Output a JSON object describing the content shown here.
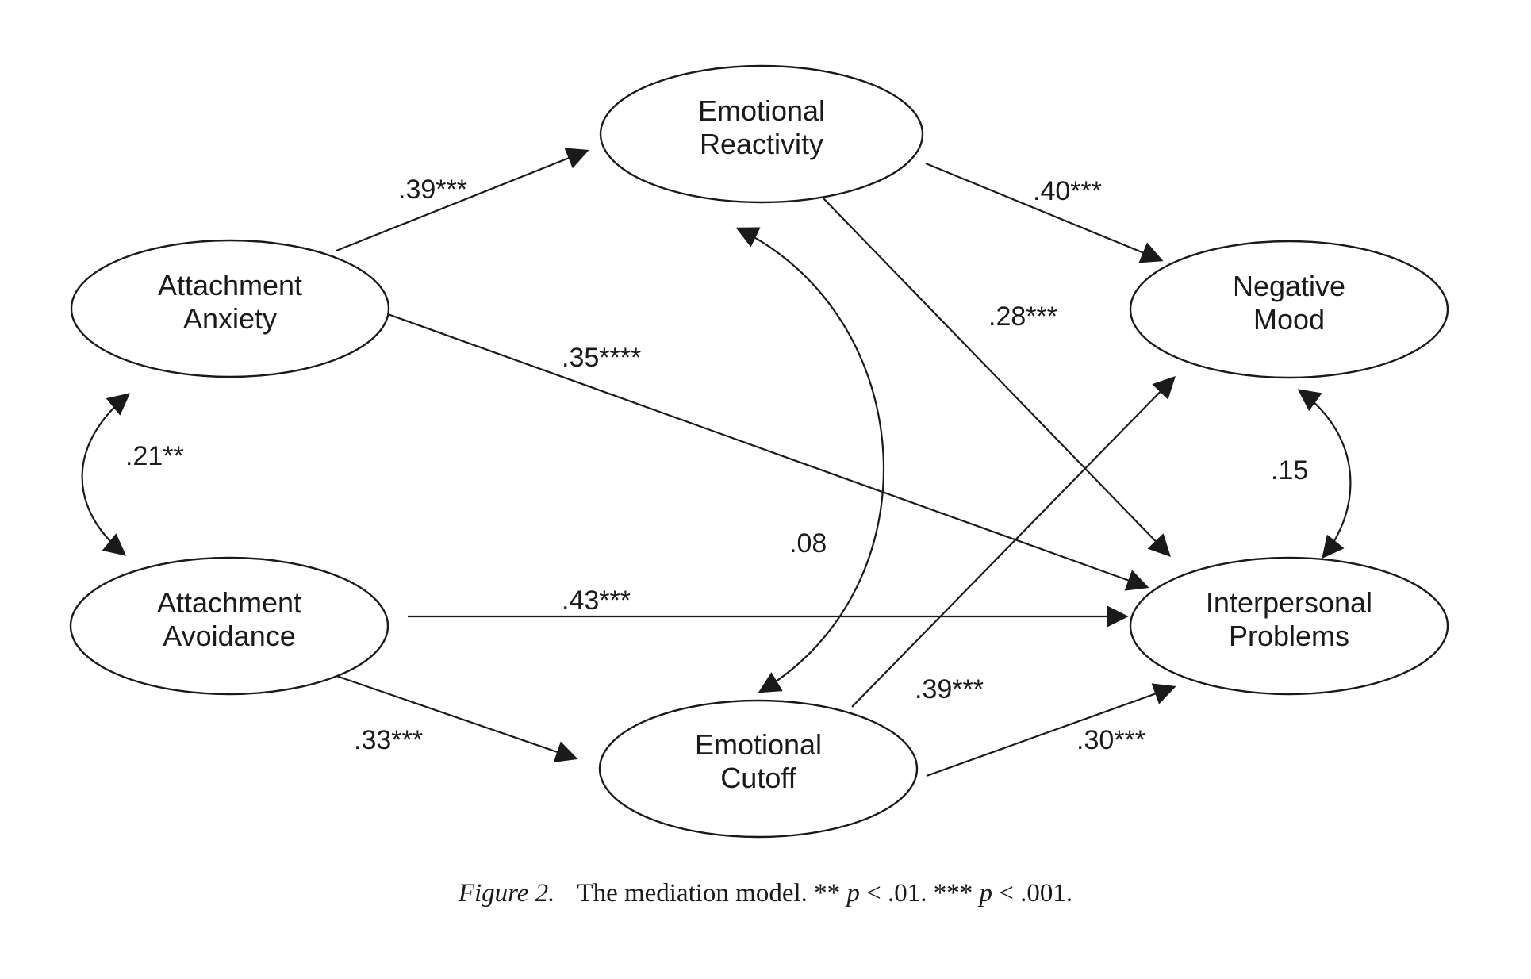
{
  "figure": {
    "nodes": [
      {
        "id": "anx",
        "line1": "Attachment",
        "line2": "Anxiety"
      },
      {
        "id": "avo",
        "line1": "Attachment",
        "line2": "Avoidance"
      },
      {
        "id": "er",
        "line1": "Emotional",
        "line2": "Reactivity"
      },
      {
        "id": "ec",
        "line1": "Emotional",
        "line2": "Cutoff"
      },
      {
        "id": "nm",
        "line1": "Negative",
        "line2": "Mood"
      },
      {
        "id": "ip",
        "line1": "Interpersonal",
        "line2": "Problems"
      }
    ],
    "edges": [
      {
        "from": "anx",
        "to": "er",
        "label": ".39***",
        "type": "directed"
      },
      {
        "from": "anx",
        "to": "ip",
        "label": ".35****",
        "type": "directed"
      },
      {
        "from": "avo",
        "to": "ip",
        "label": ".43***",
        "type": "directed"
      },
      {
        "from": "avo",
        "to": "ec",
        "label": ".33***",
        "type": "directed"
      },
      {
        "from": "er",
        "to": "nm",
        "label": ".40***",
        "type": "directed"
      },
      {
        "from": "er",
        "to": "ip",
        "label": ".28***",
        "type": "directed"
      },
      {
        "from": "ec",
        "to": "nm",
        "label": ".39***",
        "type": "directed"
      },
      {
        "from": "ec",
        "to": "ip",
        "label": ".30***",
        "type": "directed"
      },
      {
        "from": "anx",
        "to": "avo",
        "label": ".21**",
        "type": "covariance"
      },
      {
        "from": "er",
        "to": "ec",
        "label": ".08",
        "type": "covariance"
      },
      {
        "from": "nm",
        "to": "ip",
        "label": ".15",
        "type": "covariance"
      }
    ]
  },
  "caption": {
    "figure_label": "Figure 2.",
    "text_a": "The mediation model. ** ",
    "p1": "p",
    "text_b": " < .01. *** ",
    "p2": "p",
    "text_c": " < .001."
  }
}
